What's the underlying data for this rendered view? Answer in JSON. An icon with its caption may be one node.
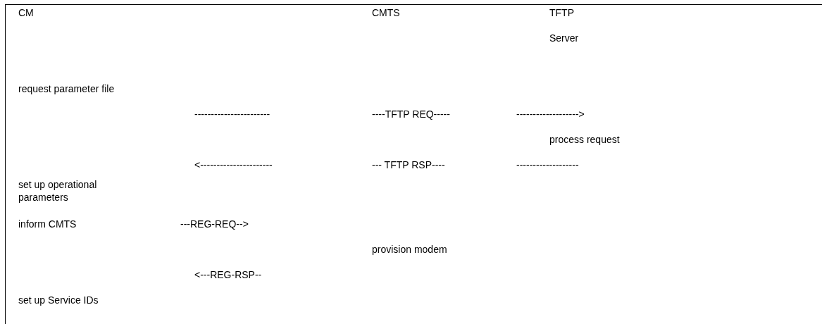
{
  "diagram": {
    "labels": [
      "CM",
      "CMTS",
      "TFTP",
      "Server",
      "request parameter file",
      "-----------------------",
      "----TFTP REQ-----",
      "------------------->",
      "process request",
      "<----------------------",
      "--- TFTP RSP----",
      "-------------------",
      "set up operational parameters",
      "inform CMTS",
      "---REG-REQ-->",
      "provision modem",
      "<---REG-RSP--",
      "set up Service IDs"
    ]
  }
}
